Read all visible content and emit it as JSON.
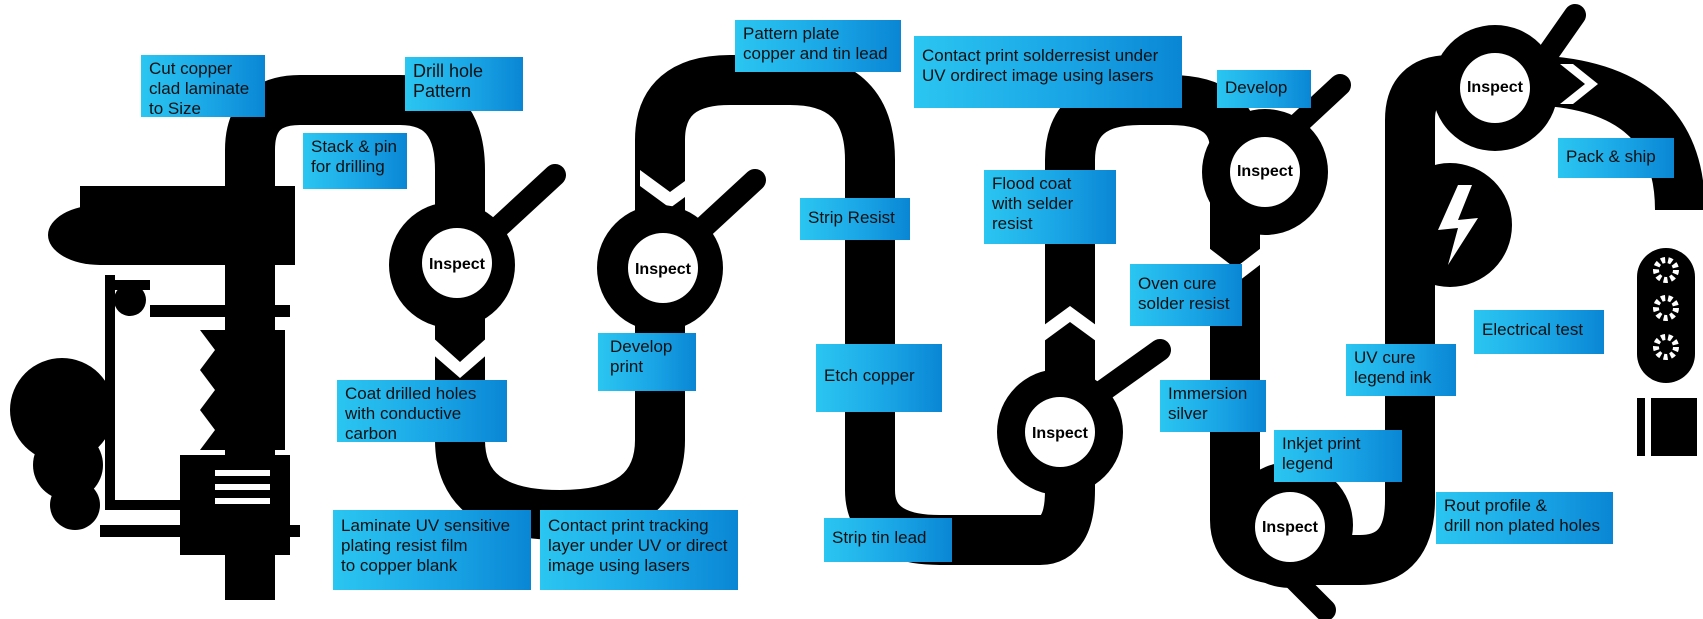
{
  "colors": {
    "track": "#000000",
    "label_bg": "#1aa6e6",
    "label_text": "#111111",
    "inspect_fill": "#ffffff"
  },
  "icons": [
    "printer-machine-icon",
    "lightning-icon",
    "gear-icon",
    "package-box-icon"
  ],
  "steps": {
    "cut": "Cut copper\nclad laminate\n to Size",
    "drill": "Drill hole\nPattern",
    "stack": "Stack &  pin\nfor drilling",
    "coat": "Coat drilled holes\nwith conductive\ncarbon",
    "laminate": "Laminate UV sensitive\n plating resist film\n to copper blank",
    "contact_tracking": "Contact print tracking\nlayer under UV or direct\n image using lasers",
    "develop_print": "Develop\n print",
    "pattern_plate": "Pattern plate\ncopper and tin lead",
    "strip_resist": "Strip Resist",
    "etch": "Etch copper",
    "strip_tin": "Strip tin lead",
    "contact_solder": "Contact print solderresist under\nUV ordirect image using lasers",
    "develop": "Develop",
    "flood": "Flood coat\nwith selder\nresist",
    "oven": "Oven cure\nsolder resist",
    "immersion": "Immersion\n silver",
    "inkjet": "Inkjet print\nlegend",
    "uv_cure": "UV cure\nlegend ink",
    "electrical": "Electrical test",
    "rout": "Rout profile &\ndrill non plated holes",
    "pack": "Pack & ship"
  },
  "inspect_label": "Inspect"
}
